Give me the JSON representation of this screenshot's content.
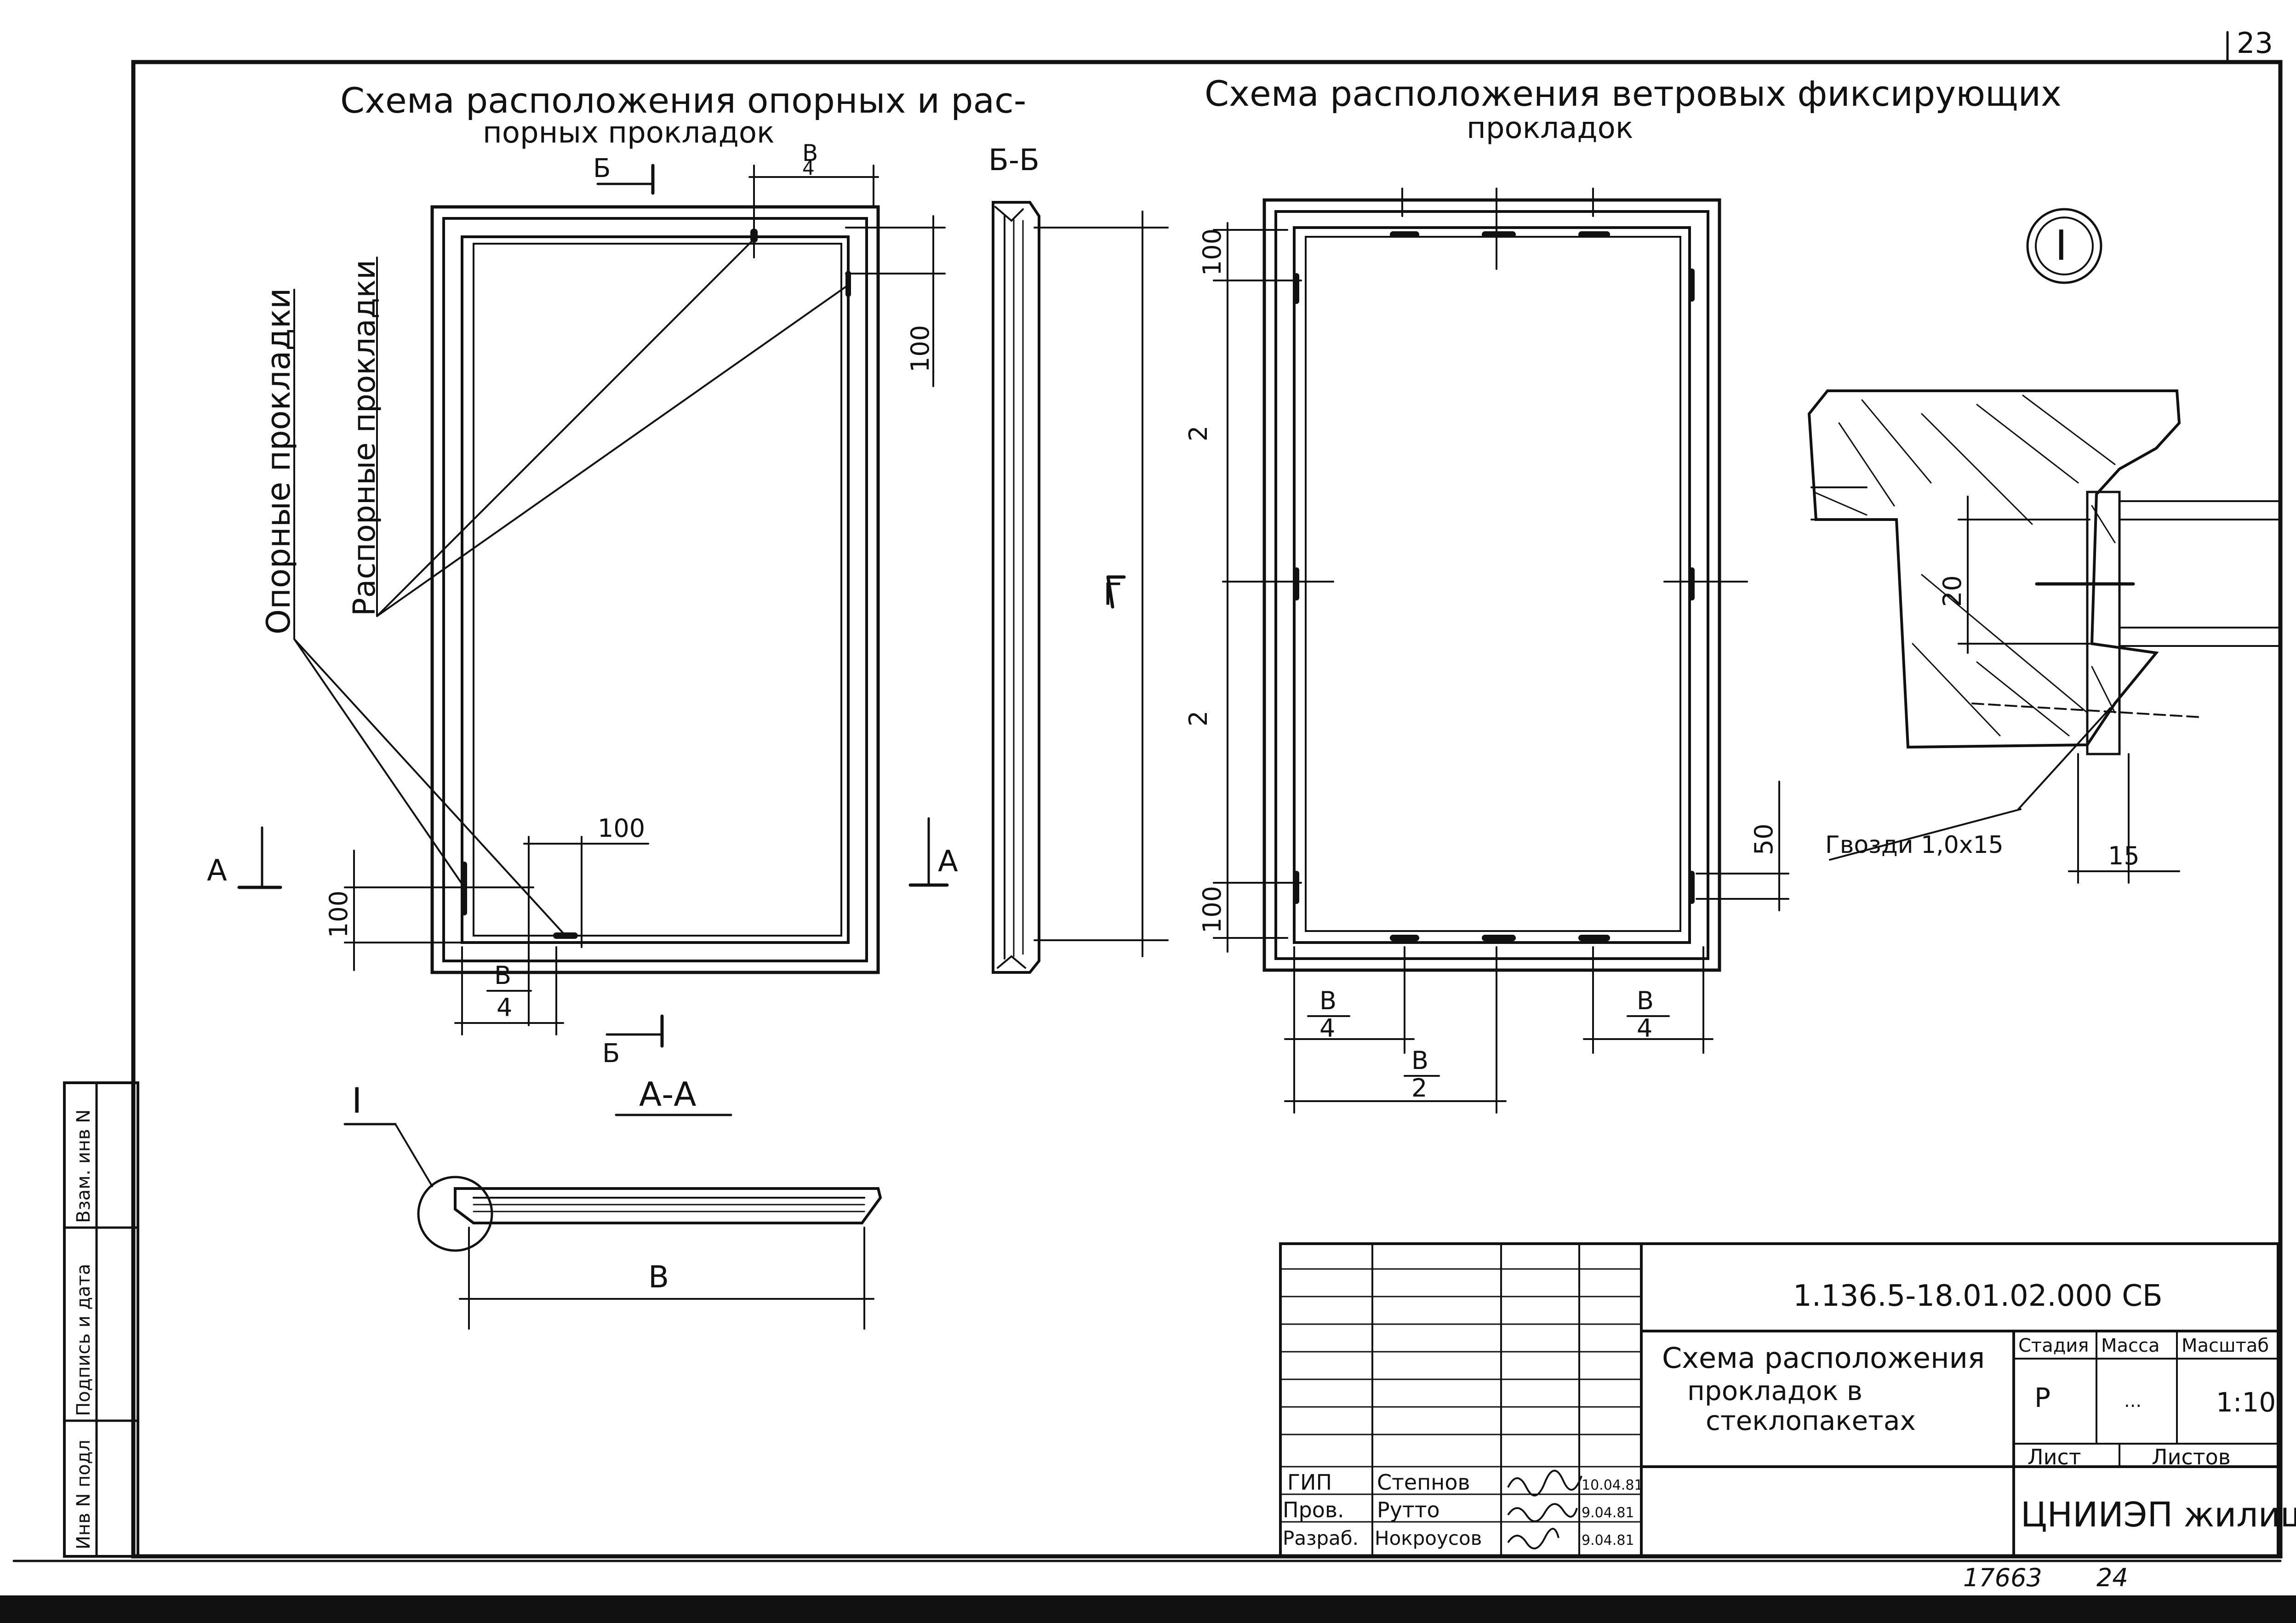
{
  "sheet_number": "23",
  "titles": {
    "left_line1": "Схема расположения опорных и рас-",
    "left_line2": "порных прокладок",
    "right_line1": "Схема расположения ветровых фиксирующих",
    "right_line2": "прокладок"
  },
  "labels": {
    "support_pads": "Опорные прокладки",
    "spacer_pads": "Распорные прокладки",
    "section_b": "Б",
    "section_bb": "Б-Б",
    "section_a": "А",
    "section_aa": "А-А",
    "detail_i": "I",
    "detail_circle": "I",
    "nails": "Гвозди 1,0x15",
    "dim_100": "100",
    "dim_50": "50",
    "dim_20": "20",
    "dim_15": "15",
    "dim_g": "Г",
    "dim_v": "В",
    "dim_v4_num": "В",
    "dim_v4_den": "4",
    "dim_v2_num": "В",
    "dim_v2_den": "2",
    "dim_half": "2"
  },
  "side_stamp": [
    "Инв N подл",
    "Подпись и дата",
    "Взам. инв N"
  ],
  "title_block": {
    "doc_code": "1.136.5-18.01.02.000 СБ",
    "title_lines": [
      "Схема расположения",
      "прокладок в",
      "стеклопакетах"
    ],
    "stage_header": "Стадия",
    "mass_header": "Масса",
    "scale_header": "Масштаб",
    "stage": "Р",
    "mass": "...",
    "scale": "1:10",
    "sheet_label": "Лист",
    "sheets_label": "Листов",
    "org": "ЦНИИЭП жилища",
    "signers": [
      {
        "role": "ГИП",
        "name": "Степнов",
        "date": "10.04.81"
      },
      {
        "role": "Пров.",
        "name": "Рутто",
        "date": "9.04.81"
      },
      {
        "role": "Разраб.",
        "name": "Нокроусов",
        "date": "9.04.81"
      }
    ]
  },
  "bottom_numbers": {
    "archive": "17663",
    "page": "24"
  },
  "colors": {
    "ink": "#111111",
    "paper": "#ffffff"
  }
}
